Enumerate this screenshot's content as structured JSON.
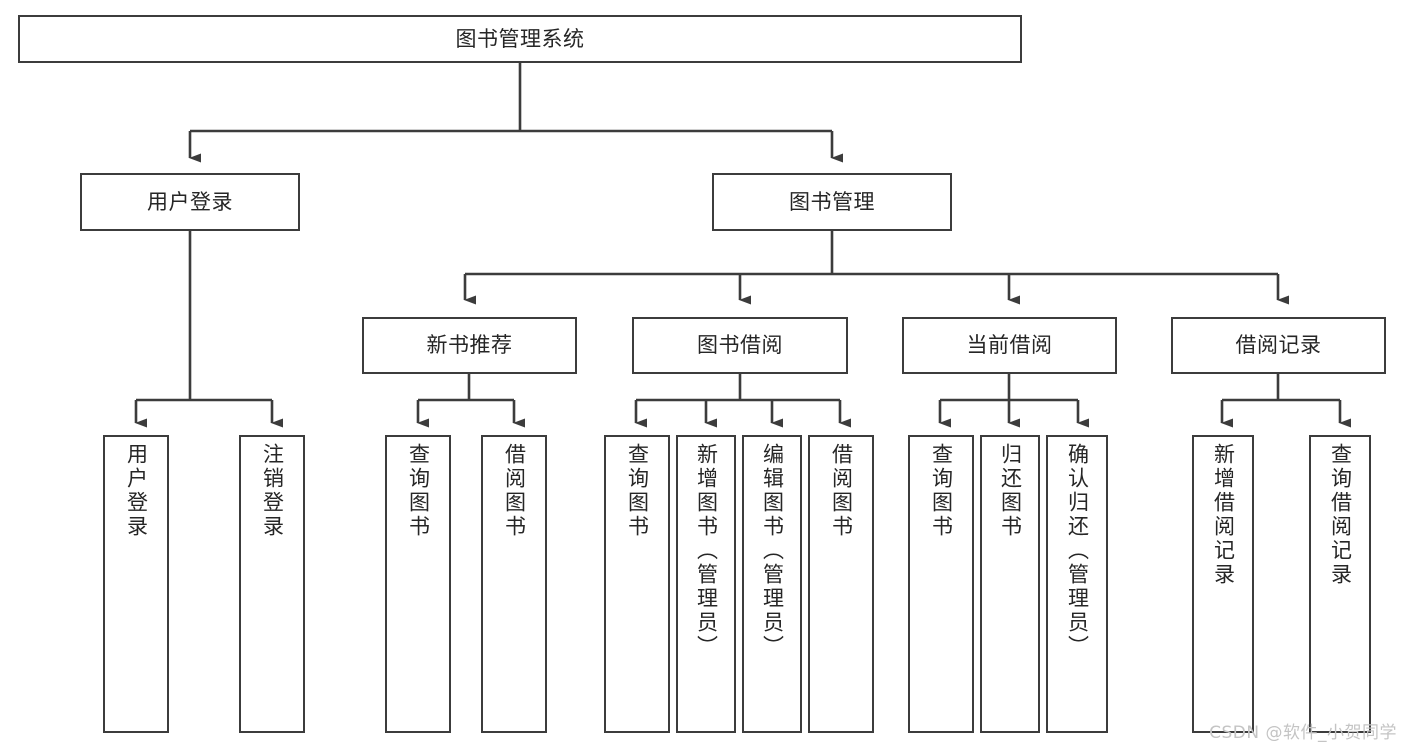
{
  "diagram": {
    "type": "tree-hierarchy",
    "background_color": "#ffffff",
    "border_color": "#3c3c3c",
    "text_color": "#262626",
    "root": {
      "id": "root",
      "label": "图书管理系统"
    },
    "level1": [
      {
        "id": "user-login",
        "label": "用户登录"
      },
      {
        "id": "book-management",
        "label": "图书管理"
      }
    ],
    "level2": [
      {
        "id": "new-book-recommend",
        "label": "新书推荐",
        "parent": "book-management"
      },
      {
        "id": "book-borrow",
        "label": "图书借阅",
        "parent": "book-management"
      },
      {
        "id": "current-borrow",
        "label": "当前借阅",
        "parent": "book-management"
      },
      {
        "id": "borrow-record",
        "label": "借阅记录",
        "parent": "book-management"
      }
    ],
    "leaves": [
      {
        "id": "leaf-user-login",
        "label": "用户登录",
        "parent": "user-login"
      },
      {
        "id": "leaf-user-logout",
        "label": "注销登录",
        "parent": "user-login"
      },
      {
        "id": "leaf-query-book-1",
        "label": "查询图书",
        "parent": "new-book-recommend"
      },
      {
        "id": "leaf-borrow-book-1",
        "label": "借阅图书",
        "parent": "new-book-recommend"
      },
      {
        "id": "leaf-query-book-2",
        "label": "查询图书",
        "parent": "book-borrow"
      },
      {
        "id": "leaf-add-book",
        "label": "新增图书（管理员）",
        "parent": "book-borrow"
      },
      {
        "id": "leaf-edit-book",
        "label": "编辑图书（管理员）",
        "parent": "book-borrow"
      },
      {
        "id": "leaf-borrow-book-2",
        "label": "借阅图书",
        "parent": "book-borrow"
      },
      {
        "id": "leaf-query-book-3",
        "label": "查询图书",
        "parent": "current-borrow"
      },
      {
        "id": "leaf-return-book",
        "label": "归还图书",
        "parent": "current-borrow"
      },
      {
        "id": "leaf-confirm-return",
        "label": "确认归还（管理员）",
        "parent": "current-borrow"
      },
      {
        "id": "leaf-add-record",
        "label": "新增借阅记录",
        "parent": "borrow-record"
      },
      {
        "id": "leaf-query-record",
        "label": "查询借阅记录",
        "parent": "borrow-record"
      }
    ]
  },
  "watermark": {
    "text": "CSDN @软件_小贺同学"
  }
}
